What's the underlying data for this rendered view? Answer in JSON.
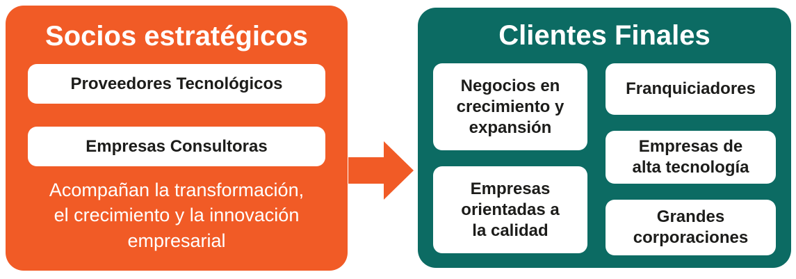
{
  "colors": {
    "orange": "#F15B26",
    "teal": "#0C6B63",
    "card_text": "#1C1C1A",
    "white": "#FFFFFF"
  },
  "left_panel": {
    "title": "Socios estratégicos",
    "cards": [
      "Proveedores Tecnológicos",
      "Empresas Consultoras"
    ],
    "caption": "Acompañan la transformación,\nel crecimiento  y la innovación\nempresarial"
  },
  "arrow": {
    "icon": "right-arrow"
  },
  "right_panel": {
    "title": "Clientes Finales",
    "left_cards": [
      "Negocios en\ncrecimiento y\nexpansión",
      "Empresas\norientadas a\nla calidad"
    ],
    "right_cards": [
      "Franquiciadores",
      "Empresas de\nalta tecnología",
      "Grandes\ncorporaciones"
    ]
  }
}
